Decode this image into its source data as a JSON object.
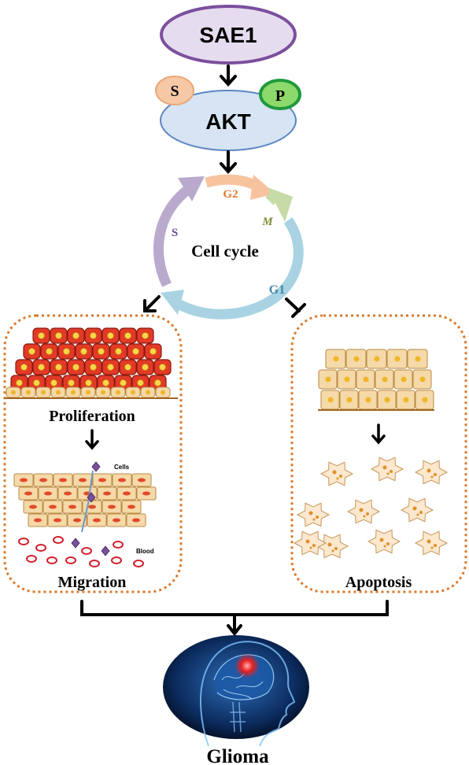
{
  "nodes": {
    "sae1": "SAE1",
    "akt": "AKT",
    "s_mod": "S",
    "p_mod": "P"
  },
  "cycle": {
    "center": "Cell cycle",
    "g2": "G2",
    "m": "M",
    "g1": "G1",
    "s": "S"
  },
  "left_panel": {
    "proliferation": "Proliferation",
    "migration": "Migration",
    "cells": "Cells",
    "blood": "Blood"
  },
  "right_panel": {
    "apoptosis": "Apoptosis"
  },
  "outcome": {
    "glioma": "Glioma"
  },
  "colors": {
    "sae1_fill": "#e6dcef",
    "sae1_stroke": "#7b4f9d",
    "akt_fill": "#d6e4f3",
    "akt_stroke": "#5a86c4",
    "s_fill": "#f6c8a6",
    "p_fill": "#8dd96b",
    "p_stroke": "#1f9a3b",
    "g2_arrow": "#f7c39e",
    "m_arrow": "#c6dba6",
    "g1_arrow": "#a9d3e3",
    "s_arrow": "#b9aacd",
    "panel_border": "#d97a2b",
    "prolif_cell": "#e23a26",
    "normal_cell": "#f5d9a8"
  }
}
